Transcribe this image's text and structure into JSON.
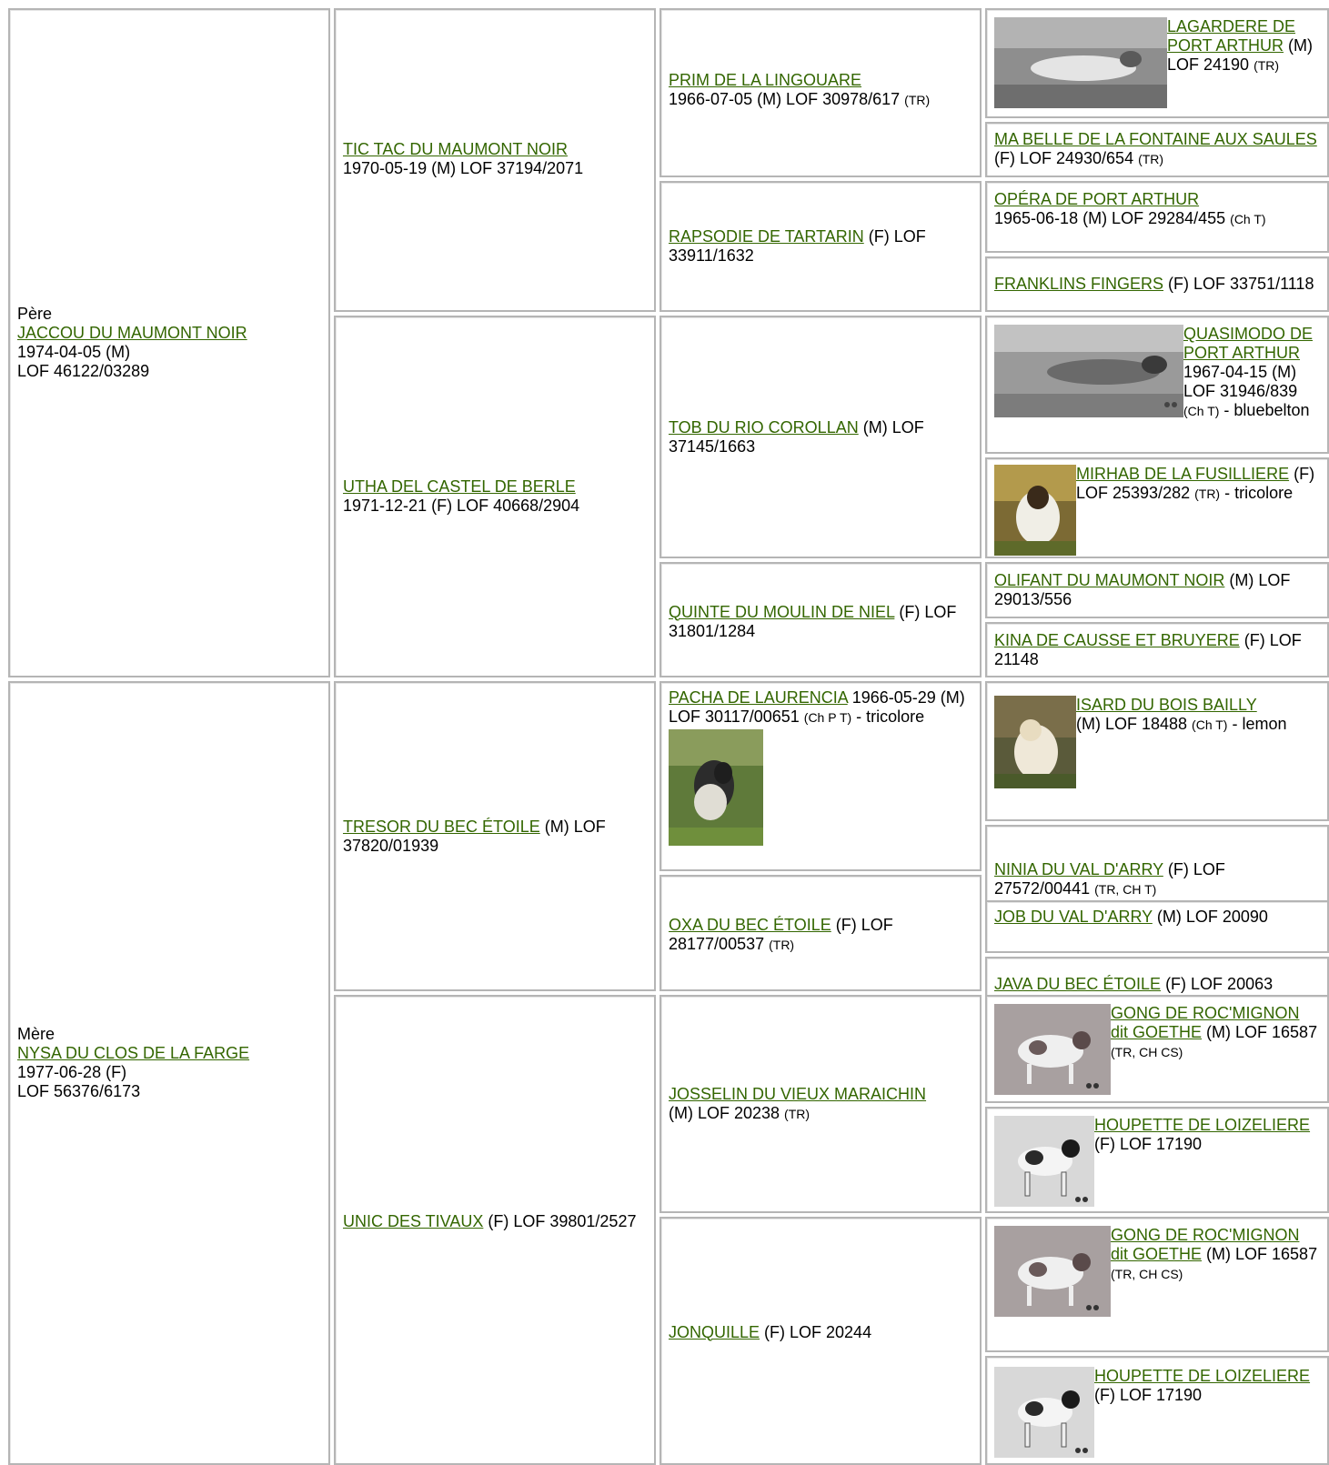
{
  "pere": {
    "label": "Père",
    "name": "JACCOU DU MAUMONT NOIR",
    "line1": "1974-04-05 (M)",
    "line2": "LOF 46122/03289"
  },
  "mere": {
    "label": "Mère",
    "name": "NYSA DU CLOS DE LA FARGE",
    "line1": "1977-06-28 (F)",
    "line2": "LOF 56376/6173"
  },
  "g2": {
    "tictac": {
      "name": "TIC TAC DU MAUMONT NOIR",
      "info": "1970-05-19 (M) LOF 37194/2071"
    },
    "utha": {
      "name": "UTHA DEL CASTEL DE BERLE",
      "info": "1971-12-21 (F) LOF 40668/2904"
    },
    "tresor": {
      "name": "TRESOR DU BEC ÉTOILE",
      "info": " (M) LOF 37820/01939"
    },
    "unic": {
      "name": "UNIC DES TIVAUX",
      "info": " (F) LOF 39801/2527"
    }
  },
  "g3": {
    "prim": {
      "name": "PRIM DE LA LINGOUARE",
      "info": "1966-07-05 (M) LOF 30978/617 ",
      "title": "(TR)"
    },
    "rapsodie": {
      "name": "RAPSODIE DE TARTARIN",
      "info": " (F) LOF 33911/1632"
    },
    "tob": {
      "name": "TOB DU RIO COROLLAN",
      "info": " (M) LOF 37145/1663"
    },
    "quinte": {
      "name": "QUINTE DU MOULIN DE NIEL",
      "info": " (F) LOF 31801/1284"
    },
    "pacha": {
      "name": "PACHA DE LAURENCIA",
      "info": " 1966-05-29 (M) LOF 30117/00651 ",
      "title": "(Ch P T)",
      "color": " - tricolore"
    },
    "oxa": {
      "name": "OXA DU BEC ÉTOILE",
      "info": " (F) LOF 28177/00537 ",
      "title": "(TR)"
    },
    "josselin": {
      "name": "JOSSELIN DU VIEUX MARAICHIN",
      "info": " (M) LOF 20238 ",
      "title": "(TR)"
    },
    "jonquille": {
      "name": "JONQUILLE",
      "info": " (F) LOF 20244"
    }
  },
  "g4": {
    "lagardere": {
      "name": "LAGARDERE DE PORT ARTHUR",
      "info": " (M) LOF 24190 ",
      "title": "(TR)"
    },
    "mabelle": {
      "name": "MA BELLE DE LA FONTAINE AUX SAULES",
      "info": " (F) LOF 24930/654 ",
      "title": "(TR)"
    },
    "opera": {
      "name": "OPÉRA DE PORT ARTHUR",
      "info": "1965-06-18 (M) LOF 29284/455 ",
      "title": "(Ch T)"
    },
    "franklins": {
      "name": "FRANKLINS FINGERS",
      "info": " (F) LOF 33751/1118"
    },
    "quasimodo": {
      "name": "QUASIMODO DE PORT ARTHUR",
      "info": "1967-04-15 (M) LOF 31946/839 ",
      "title": "(Ch T)",
      "color": " - bluebelton"
    },
    "mirhab": {
      "name": "MIRHAB DE LA FUSILLIERE",
      "info": " (F) LOF 25393/282 ",
      "title": "(TR)",
      "color": " - tricolore"
    },
    "olifant": {
      "name": "OLIFANT DU MAUMONT NOIR",
      "info": " (M) LOF 29013/556"
    },
    "kina": {
      "name": "KINA DE CAUSSE ET BRUYERE",
      "info": " (F) LOF 21148"
    },
    "isard": {
      "name": "ISARD DU BOIS BAILLY",
      "info": " (M) LOF 18488 ",
      "title": "(Ch T)",
      "color": " - lemon"
    },
    "ninia": {
      "name": "NINIA DU VAL D'ARRY",
      "info": " (F) LOF 27572/00441 ",
      "title": "(TR, CH T)"
    },
    "job": {
      "name": "JOB DU VAL D'ARRY",
      "info": " (M) LOF 20090"
    },
    "java": {
      "name": "JAVA DU BEC ÉTOILE",
      "info": " (F) LOF 20063"
    },
    "gong1": {
      "name": "GONG DE ROC'MIGNON dit GOETHE",
      "info": " (M) LOF 16587 ",
      "title": "(TR, CH CS)"
    },
    "houpette1": {
      "name": "HOUPETTE DE LOIZELIERE",
      "info": " (F) LOF 17190"
    },
    "gong2": {
      "name": "GONG DE ROC'MIGNON dit GOETHE",
      "info": " (M) LOF 16587 ",
      "title": "(TR, CH CS)"
    },
    "houpette2": {
      "name": "HOUPETTE DE LOIZELIERE",
      "info": " (F) LOF 17190"
    }
  },
  "colors": {
    "link": "#336600",
    "border": "#b5b5b5"
  }
}
